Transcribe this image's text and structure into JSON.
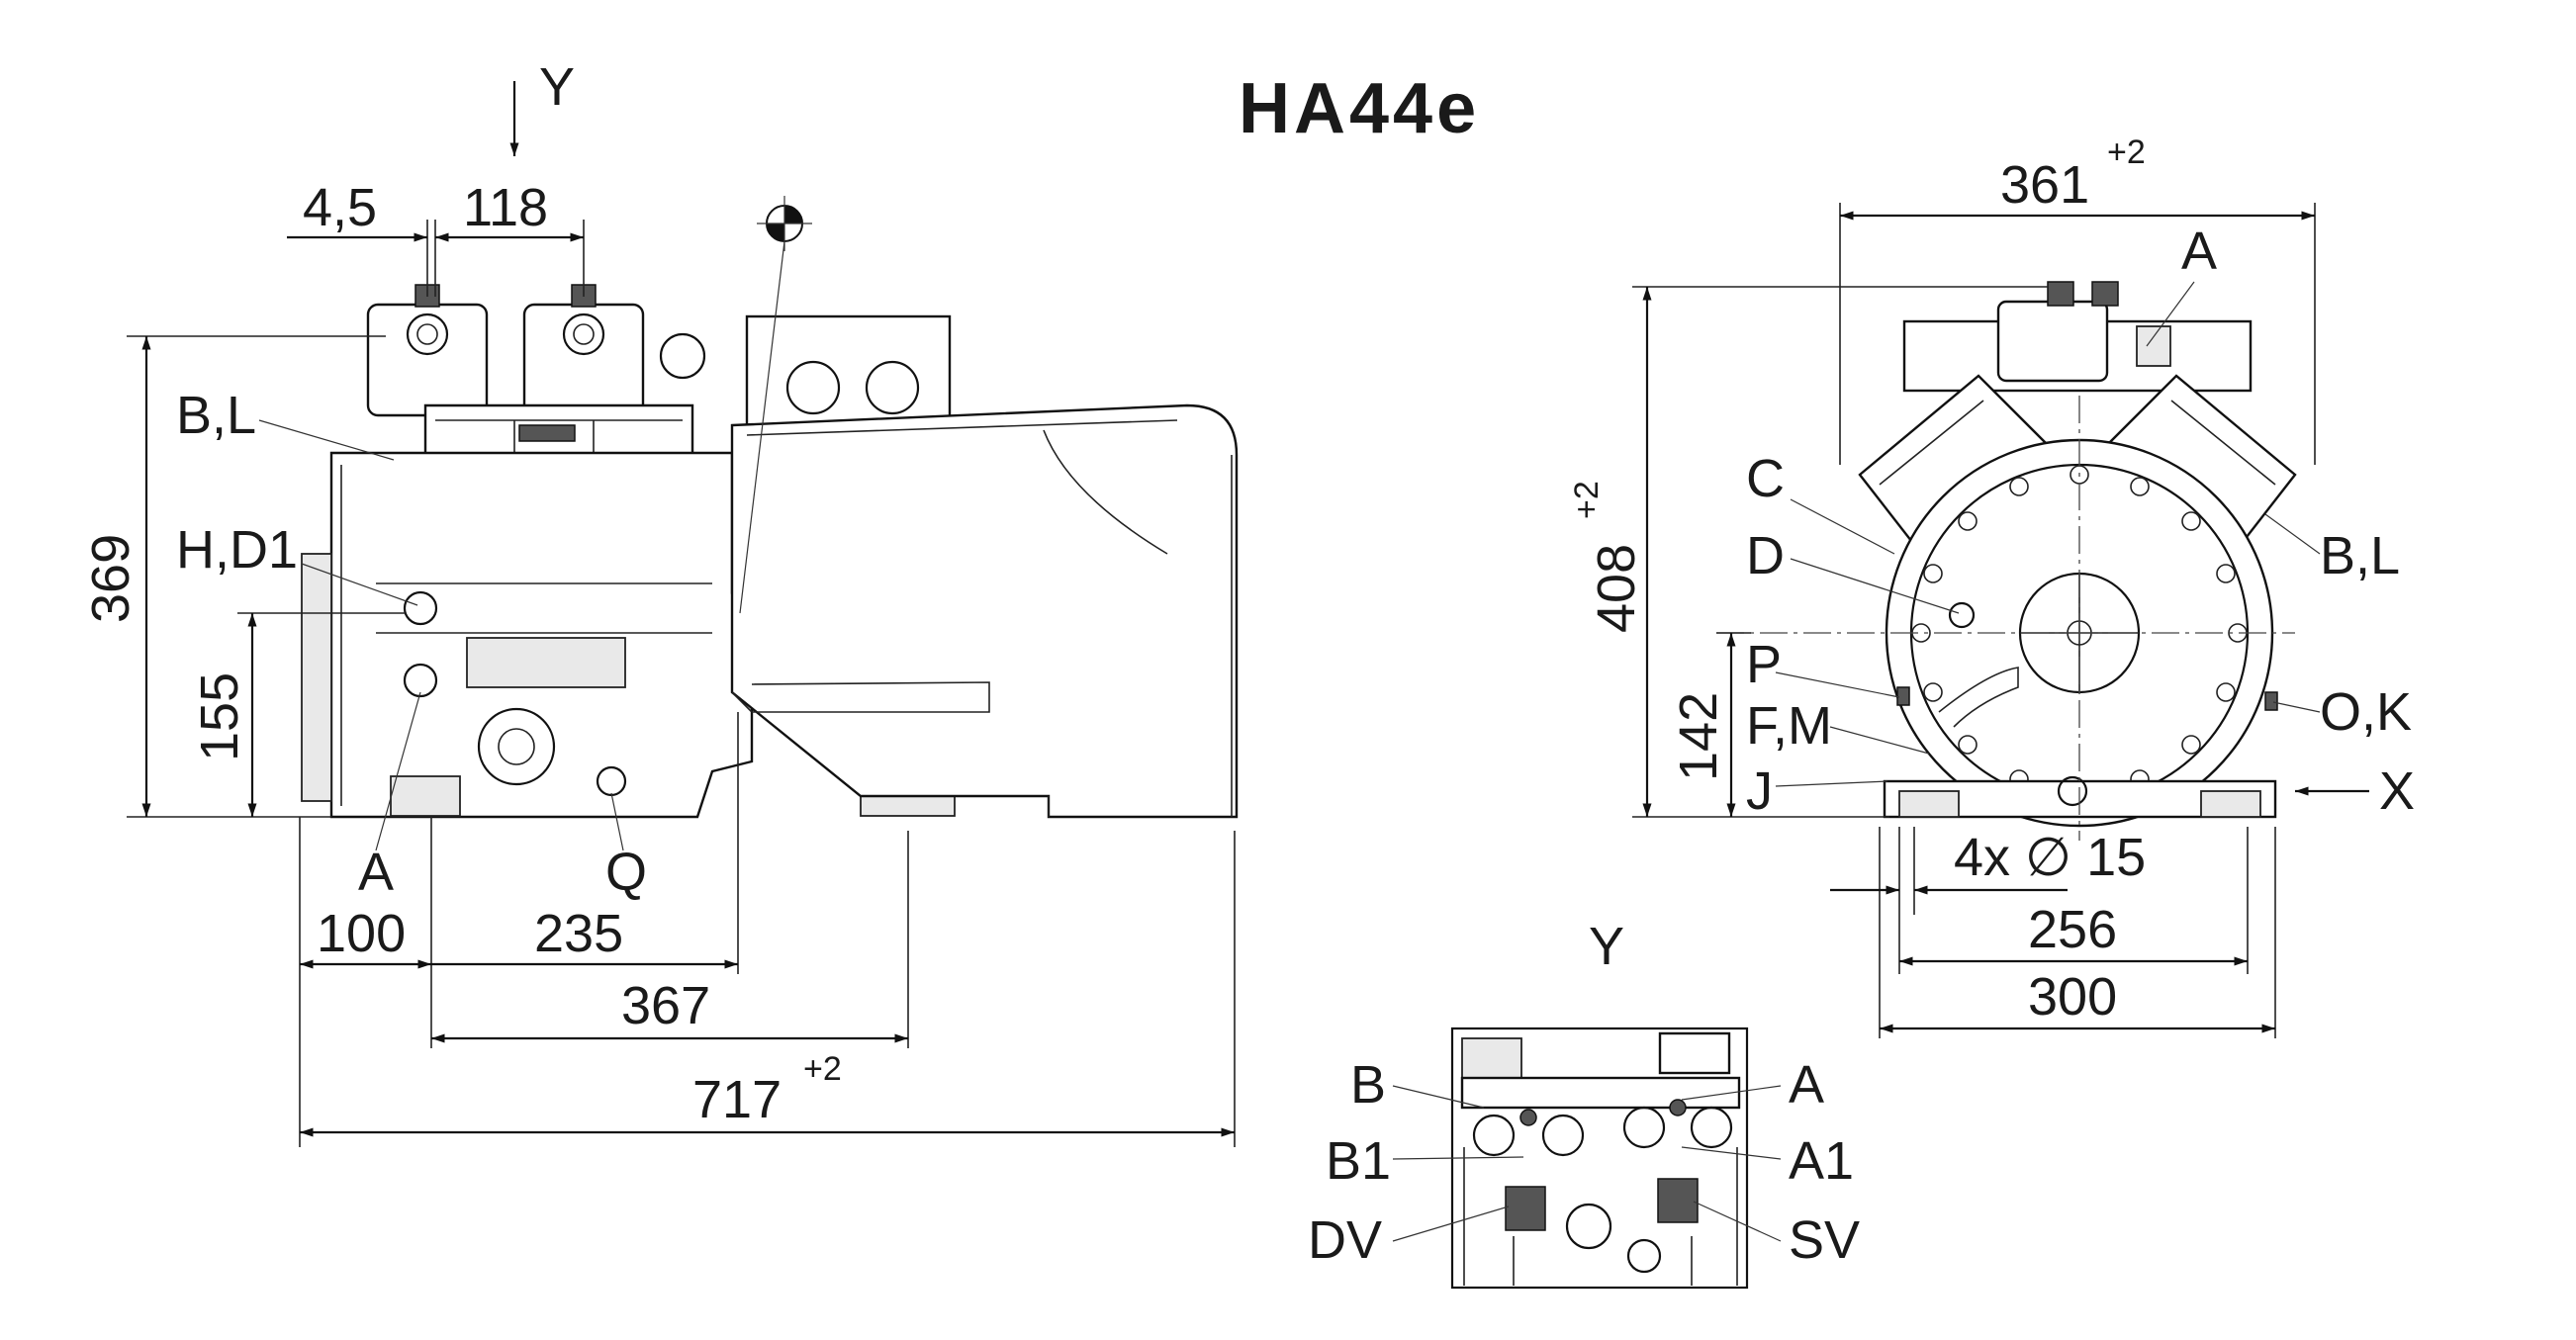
{
  "title": "HA44e",
  "view_y_arrow_label": "Y",
  "side_view": {
    "dims": {
      "d_4_5": "4,5",
      "d_118": "118",
      "d_369": "369",
      "d_155": "155",
      "d_100": "100",
      "d_235": "235",
      "d_367": "367",
      "d_717": "717",
      "d_717_tol": "+2"
    },
    "labels": {
      "bl": "B,L",
      "hd1": "H,D1",
      "a": "A",
      "q": "Q"
    }
  },
  "front_view": {
    "dims": {
      "d_361": "361",
      "d_361_tol": "+2",
      "d_408": "408",
      "d_408_tol": "+2",
      "d_142": "142",
      "d_holes": "4x ∅ 15",
      "d_256": "256",
      "d_300": "300"
    },
    "labels": {
      "a": "A",
      "c": "C",
      "d": "D",
      "bl": "B,L",
      "p": "P",
      "fm": "F,M",
      "j": "J",
      "ok": "O,K",
      "x": "X"
    }
  },
  "detail_y": {
    "title": "Y",
    "labels": {
      "b": "B",
      "b1": "B1",
      "dv": "DV",
      "a": "A",
      "a1": "A1",
      "sv": "SV"
    }
  },
  "icons": [
    "center-of-gravity-icon"
  ]
}
